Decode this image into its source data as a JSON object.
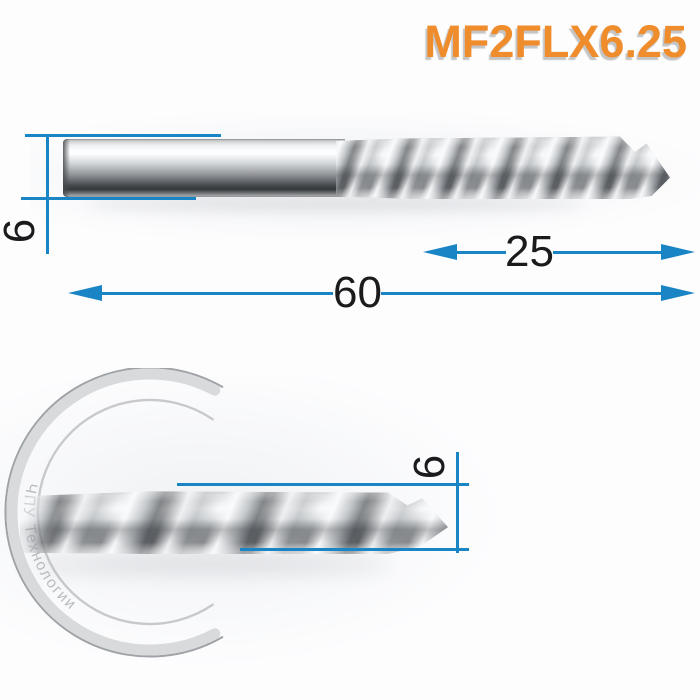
{
  "title": {
    "text": "MF2FLX6.25"
  },
  "colors": {
    "accent_orange": "#ef8c2b",
    "dimension_blue": "#1a85c5",
    "digit_black": "#1b1b1d",
    "watermark_gray": "#b6b9bd"
  },
  "main_view": {
    "dim_shank_diameter": "6",
    "dim_flute_length": "25",
    "dim_overall_length": "60"
  },
  "detail_view": {
    "dim_cutting_diameter": "6",
    "watermark_text": "ЧПУ Технологии"
  }
}
